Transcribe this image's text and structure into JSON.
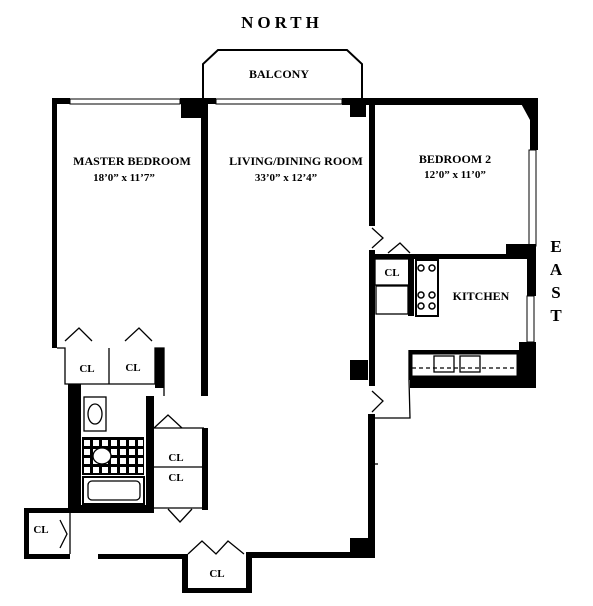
{
  "compass": {
    "north": "NORTH",
    "east": "EAST"
  },
  "rooms": {
    "balcony": {
      "name": "BALCONY"
    },
    "master_bedroom": {
      "name": "MASTER BEDROOM",
      "size": "18’0” x 11’7”"
    },
    "living_dining": {
      "name": "LIVING/DINING ROOM",
      "size": "33’0” x 12’4”"
    },
    "bedroom2": {
      "name": "BEDROOM 2",
      "size": "12’0” x 11’0”"
    },
    "kitchen": {
      "name": "KITCHEN"
    }
  },
  "closets": {
    "kitchen_cl": "CL",
    "master_cl_left": "CL",
    "master_cl_right": "CL",
    "hall_cl_upper": "CL",
    "hall_cl_lower": "CL",
    "entry_cl_left": "CL",
    "entry_cl_bottom": "CL"
  }
}
